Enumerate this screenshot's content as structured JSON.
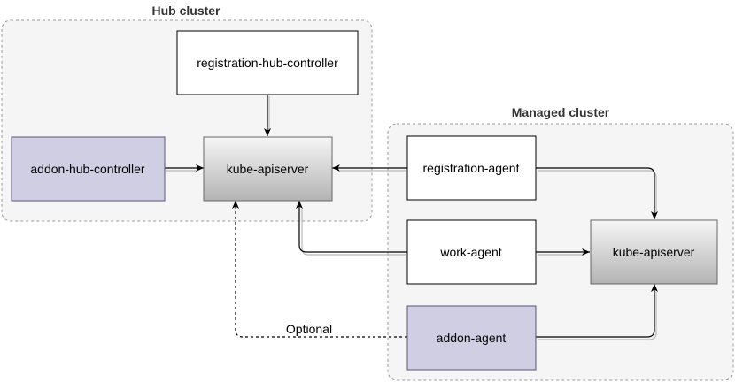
{
  "hub_cluster": {
    "title": "Hub cluster",
    "registration_hub_controller": "registration-hub-controller",
    "addon_hub_controller": "addon-hub-controller",
    "kube_apiserver": "kube-apiserver"
  },
  "managed_cluster": {
    "title": "Managed cluster",
    "registration_agent": "registration-agent",
    "work_agent": "work-agent",
    "addon_agent": "addon-agent",
    "kube_apiserver": "kube-apiserver"
  },
  "edges": {
    "optional_label": "Optional"
  },
  "colors": {
    "cluster_fill": "#f5f5f5",
    "cluster_border": "#9a9a9a",
    "addon_fill": "#d0cee2",
    "addon_border": "#56517e",
    "apiserver_gradient_top": "#f6f6f6",
    "apiserver_gradient_bottom": "#b3b3b3"
  }
}
